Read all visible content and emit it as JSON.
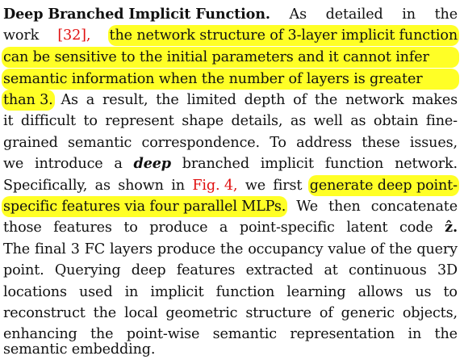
{
  "paragraph": {
    "heading": "Deep Branched Implicit Function.",
    "lines": [
      [
        "Deep Branched Implicit Function.",
        "As",
        "detailed",
        "in",
        "the"
      ],
      [
        "work",
        "[32],",
        "the network structure of 3-layer implicit function"
      ],
      [
        "can be sensitive to the initial parameters and it cannot infer"
      ],
      [
        "semantic information when the number of layers is greater"
      ],
      [
        "than 3.",
        "As",
        "a",
        "result,",
        "the",
        "limited",
        "depth",
        "of",
        "the",
        "network",
        "makes"
      ],
      [
        "it",
        "difficult",
        "to",
        "represent",
        "shape",
        "details,",
        "as",
        "well",
        "as",
        "obtain",
        "fine-"
      ],
      [
        "grained",
        "semantic",
        "correspondence.",
        "To",
        "address",
        "these",
        "issues,"
      ],
      [
        "we",
        "introduce",
        "a",
        "deep",
        "branched",
        "implicit",
        "function",
        "network."
      ],
      [
        "Specifically,",
        "as",
        "shown",
        "in",
        "Fig. 4,",
        "we",
        "first",
        "generate deep point-"
      ],
      [
        "specific features via four parallel MLPs.",
        "We",
        "then",
        "concatenate"
      ],
      [
        "those",
        "features",
        "to",
        "produce",
        "a",
        "point-specific",
        "latent",
        "code",
        "ẑ."
      ],
      [
        "The",
        "final",
        "3",
        "FC",
        "layers",
        "produce",
        "the",
        "occupancy",
        "value",
        "of",
        "the",
        "query"
      ],
      [
        "point.",
        "Querying",
        "deep",
        "features",
        "extracted",
        "at",
        "continuous",
        "3D"
      ],
      [
        "locations",
        "used",
        "in",
        "implicit",
        "function",
        "learning",
        "allows",
        "us",
        "to"
      ],
      [
        "reconstruct",
        "the",
        "local",
        "geometric",
        "structure",
        "of",
        "generic",
        "objects,"
      ],
      [
        "enhancing",
        "the",
        "point-wise",
        "semantic",
        "representation",
        "in",
        "the"
      ],
      [
        "semantic embedding."
      ]
    ],
    "highlight_color": "#ffff26",
    "link_color": "#e01010"
  }
}
